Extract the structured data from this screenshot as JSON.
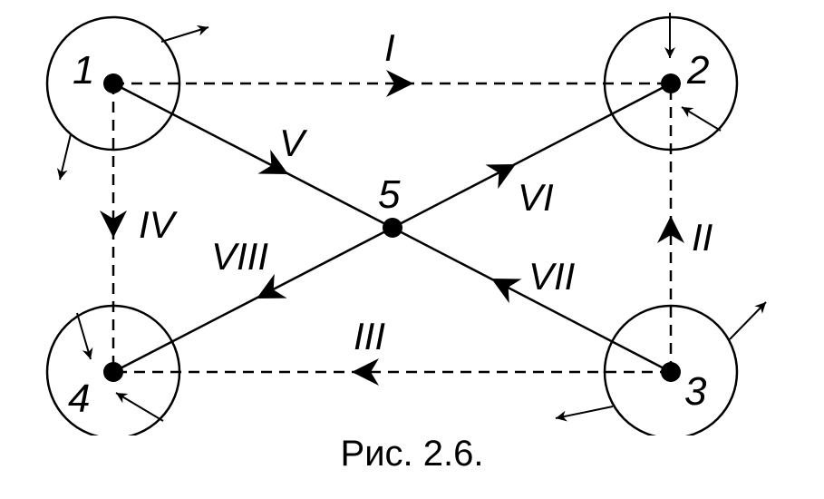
{
  "nodes": {
    "n1": "1",
    "n2": "2",
    "n3": "3",
    "n4": "4",
    "n5": "5"
  },
  "edges": {
    "e1": "I",
    "e2": "II",
    "e3": "III",
    "e4": "IV",
    "e5": "V",
    "e6": "VI",
    "e7": "VII",
    "e8": "VIII"
  },
  "caption": "Рис. 2.6."
}
